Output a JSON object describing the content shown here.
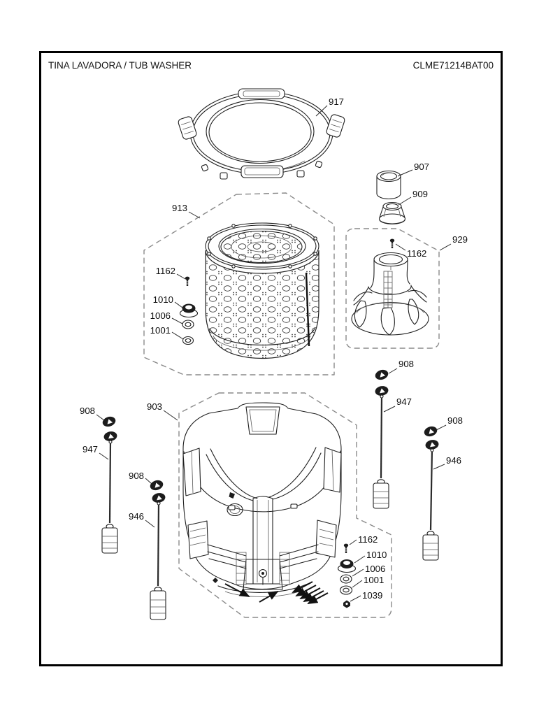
{
  "header": {
    "title": "TINA LAVADORA / TUB WASHER",
    "document_code": "CLME71214BAT00"
  },
  "callouts": {
    "ring": "917",
    "coupling": "907",
    "slip_ring": "909",
    "basket_box": "913",
    "basket_screw": "1162",
    "basket_nut": "1010",
    "basket_washer": "1006",
    "basket_seal": "1001",
    "agitator_box": "929",
    "agitator_screw": "1162",
    "ball_right": "908",
    "rod_right": "947",
    "ball_far_right": "908",
    "rod_far_right": "946",
    "ball_left": "908",
    "rod_left": "947",
    "ball_left_inner": "908",
    "rod_left_inner": "946",
    "tub_box": "903",
    "tub_screw": "1162",
    "tub_nut": "1010",
    "tub_washer": "1006",
    "tub_seal": "1001",
    "tub_cap": "1039"
  }
}
